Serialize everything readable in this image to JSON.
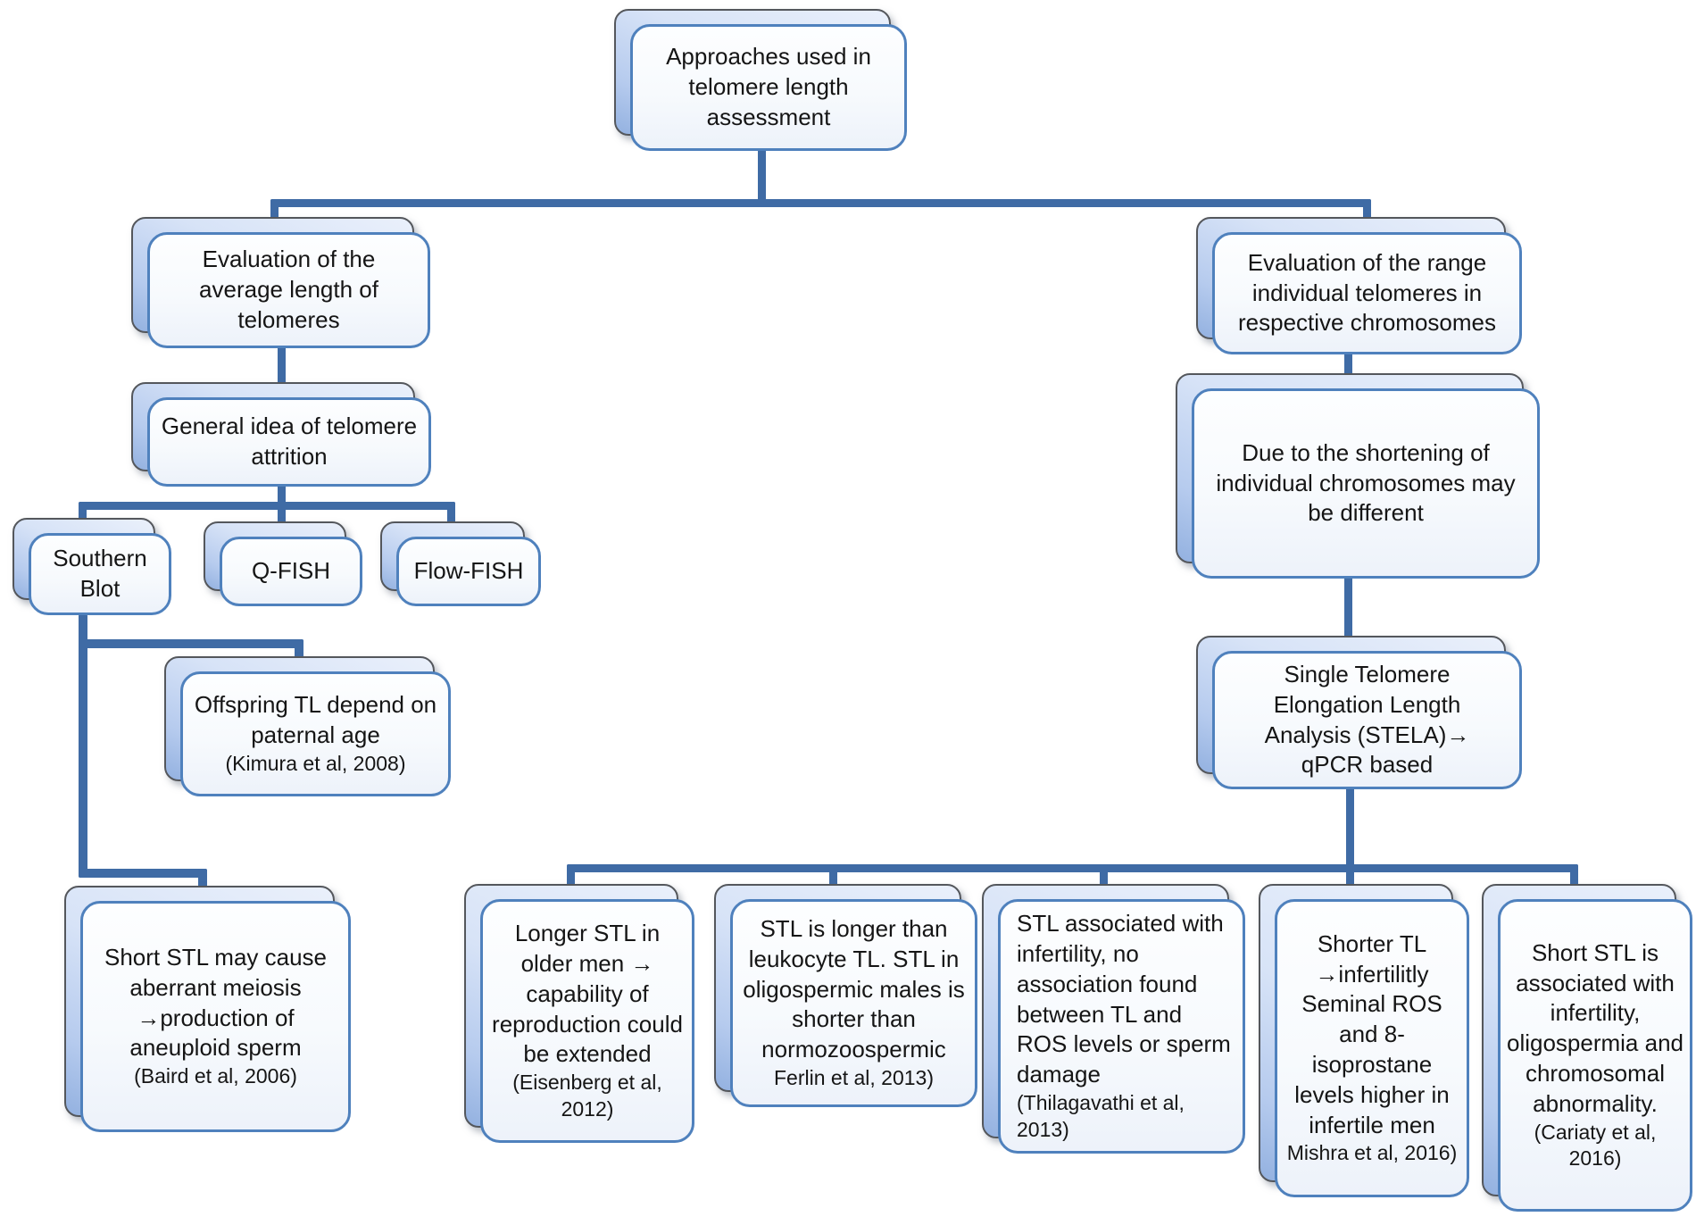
{
  "diagram": {
    "title": "Approaches used in telomere length assessment",
    "colors": {
      "connector": "#3f6ba5",
      "box_border": "#4f81bd",
      "back_box_fill_top": "#eaf0fb",
      "back_box_fill_bottom": "#93b1e0",
      "text": "#151515"
    },
    "nodes": {
      "root": {
        "text": "Approaches used in telomere length assessment"
      },
      "eval_avg": {
        "text": "Evaluation of the average length of telomeres"
      },
      "eval_range": {
        "text": "Evaluation of the range individual telomeres in respective chromosomes"
      },
      "general_idea": {
        "text": "General idea of telomere attrition"
      },
      "southern_blot": {
        "text": "Southern Blot"
      },
      "q_fish": {
        "text": "Q-FISH"
      },
      "flow_fish": {
        "text": "Flow-FISH"
      },
      "offspring": {
        "text": "Offspring TL depend on paternal age",
        "citation": "(Kimura et al, 2008)"
      },
      "short_stl_meiosis": {
        "text": "Short STL may cause aberrant meiosis →production of aneuploid sperm",
        "citation": "(Baird et al, 2006)"
      },
      "due_to": {
        "text": "Due to the shortening of individual chromosomes may be different"
      },
      "stela": {
        "text": "Single Telomere Elongation Length Analysis (STELA)→ qPCR based"
      },
      "longer_stl": {
        "text": "Longer STL in older men → capability of reproduction could be extended",
        "citation": "(Eisenberg et al, 2012)"
      },
      "leukocyte": {
        "text": "STL is longer than leukocyte TL. STL in oligospermic males is shorter than normozoospermic",
        "citation": "Ferlin et al, 2013)"
      },
      "ros": {
        "text": "STL associated with infertility, no association found between TL and ROS levels or sperm damage",
        "citation": "(Thilagavathi et al, 2013)"
      },
      "shorter_tl": {
        "text": "Shorter TL →infertilitly Seminal ROS and 8-isoprostane levels higher in infertile men",
        "citation": "Mishra et al, 2016)"
      },
      "short_stl_infertility": {
        "text": "Short STL is associated with infertility, oligospermia and chromosomal abnormality.",
        "citation": "(Cariaty et al, 2016)"
      }
    }
  }
}
